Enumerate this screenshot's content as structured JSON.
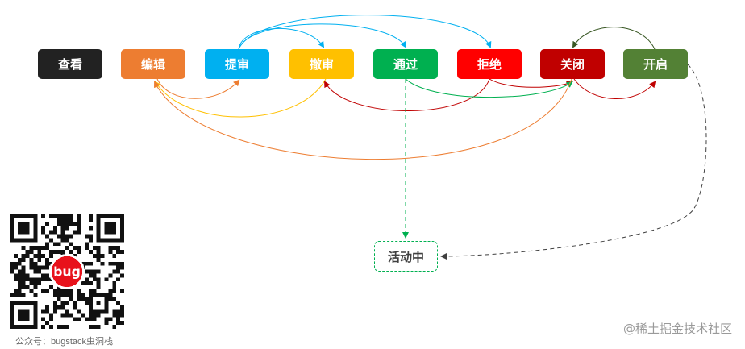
{
  "states": {
    "view": "查看",
    "edit": "编辑",
    "submit": "提审",
    "revoke": "撤审",
    "pass": "通过",
    "reject": "拒绝",
    "close": "关闭",
    "open": "开启"
  },
  "active_state": "活动中",
  "qr": {
    "caption": "公众号：bugstack虫洞栈",
    "badge": "bug"
  },
  "watermark": "@稀土掘金技术社区",
  "colors": {
    "view": "#222222",
    "edit": "#ed7d31",
    "submit": "#00b0f0",
    "revoke": "#ffc000",
    "pass": "#00b050",
    "reject": "#ff0000",
    "close": "#c00000",
    "open": "#538135"
  },
  "transitions": [
    {
      "from": "edit",
      "to": "submit"
    },
    {
      "from": "submit",
      "to": "revoke"
    },
    {
      "from": "submit",
      "to": "pass"
    },
    {
      "from": "submit",
      "to": "reject"
    },
    {
      "from": "revoke",
      "to": "edit"
    },
    {
      "from": "reject",
      "to": "revoke"
    },
    {
      "from": "reject",
      "to": "close"
    },
    {
      "from": "pass",
      "to": "close"
    },
    {
      "from": "close",
      "to": "edit"
    },
    {
      "from": "close",
      "to": "open"
    },
    {
      "from": "open",
      "to": "close"
    },
    {
      "from": "pass",
      "to": "active",
      "style": "dashed"
    },
    {
      "from": "open",
      "to": "active",
      "style": "dashed"
    }
  ]
}
